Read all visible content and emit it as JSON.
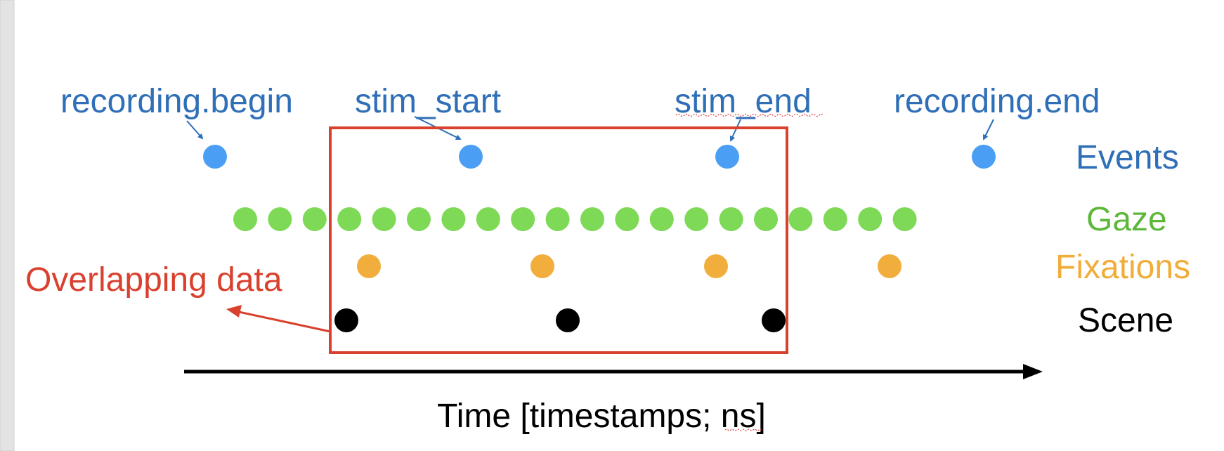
{
  "events": {
    "labels": [
      "recording.begin",
      "stim_start",
      "stim_end",
      "recording.end"
    ],
    "color": "#4A9FF5",
    "label_color": "#2F6FB8"
  },
  "rows": {
    "events": {
      "label": "Events",
      "color": "#2F6FB8",
      "dot_color": "#4A9FF5",
      "count": 4
    },
    "gaze": {
      "label": "Gaze",
      "color": "#5DB83A",
      "dot_color": "#7ED957",
      "count": 20
    },
    "fixations": {
      "label": "Fixations",
      "color": "#F0AD3A",
      "dot_color": "#F2AE3C",
      "count": 4
    },
    "scene": {
      "label": "Scene",
      "color": "#000000",
      "dot_color": "#000000",
      "count": 3
    }
  },
  "overlap": {
    "label": "Overlapping data",
    "color": "#D9412E"
  },
  "axis": {
    "label": "Time [timestamps; ns]"
  },
  "sidebar_color": "#E3E3E3"
}
